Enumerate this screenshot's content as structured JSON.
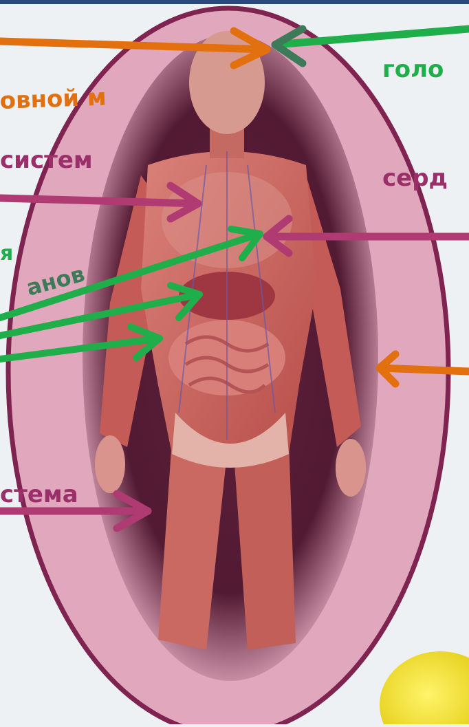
{
  "labels": {
    "brain_partial": "овной м",
    "system_partial": "систем",
    "organs_ya": "я",
    "organs_partial": "анов",
    "head_partial": "голо",
    "heart_partial": "серд",
    "system2_partial": "стема"
  },
  "colors": {
    "orange": "#e2700f",
    "magenta": "#b03a72",
    "green": "#1fae4a",
    "dark_green": "#3d7a5a",
    "purple_label": "#9b2f6a",
    "oval_fill": "#e1a7bc",
    "oval_stroke": "#7f2350"
  },
  "icons": {
    "figure": "human-anatomy-figure",
    "fruit": "lemon-fruit"
  }
}
